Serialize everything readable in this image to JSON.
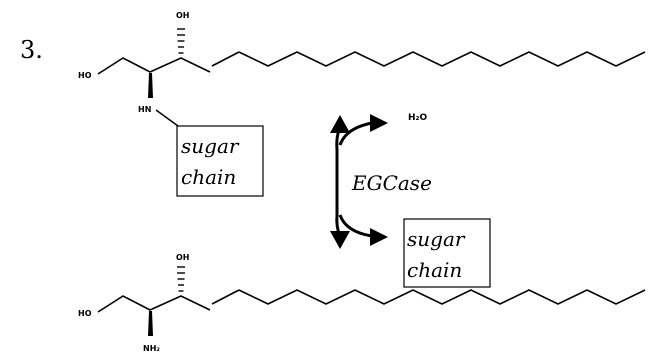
{
  "item_number": "3.",
  "top_molecule": {
    "hydroxyl_top": "OH",
    "hydroxyl_left": "HO",
    "amine": "HN",
    "sugar_box": {
      "line1": "sugar",
      "line2": "chain"
    }
  },
  "reaction": {
    "enzyme": "EGCase",
    "water": "H₂O",
    "sugar_box": {
      "line1": "sugar",
      "line2": "chain"
    }
  },
  "bottom_molecule": {
    "hydroxyl_top": "OH",
    "hydroxyl_left": "HO",
    "amine": "NH₂"
  }
}
